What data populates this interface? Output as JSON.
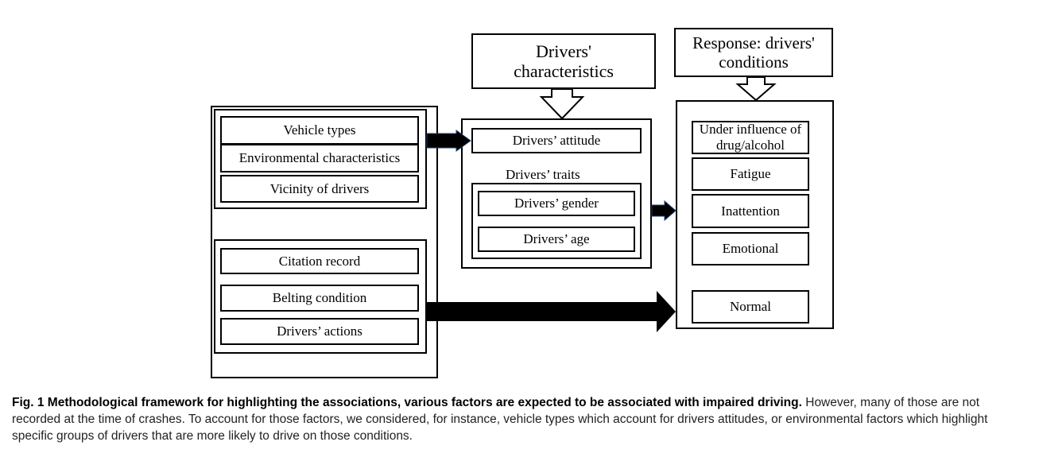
{
  "diagram": {
    "header_characteristics": "Drivers' characteristics",
    "header_response": "Response: drivers' conditions",
    "left_top_items": [
      "Vehicle types",
      "Environmental characteristics",
      "Vicinity of drivers"
    ],
    "left_bottom_items": [
      "Citation record",
      "Belting condition",
      "Drivers’ actions"
    ],
    "middle": {
      "attitude": "Drivers’ attitude",
      "traits_title": "Drivers’ traits",
      "traits_items": [
        "Drivers’ gender",
        "Drivers’ age"
      ]
    },
    "right_items": [
      "Under influence of drug/alcohol",
      "Fatigue",
      "Inattention",
      "Emotional",
      "Normal"
    ]
  },
  "caption": {
    "bold": "Fig. 1 Methodological framework for highlighting the associations, various factors are expected to be associated with impaired driving.",
    "text": " However, many of those are not recorded at the time of crashes. To account for those factors, we considered, for instance, vehicle types which account for drivers attitudes, or environmental factors which highlight specific groups of drivers that are more likely to drive on those conditions."
  }
}
